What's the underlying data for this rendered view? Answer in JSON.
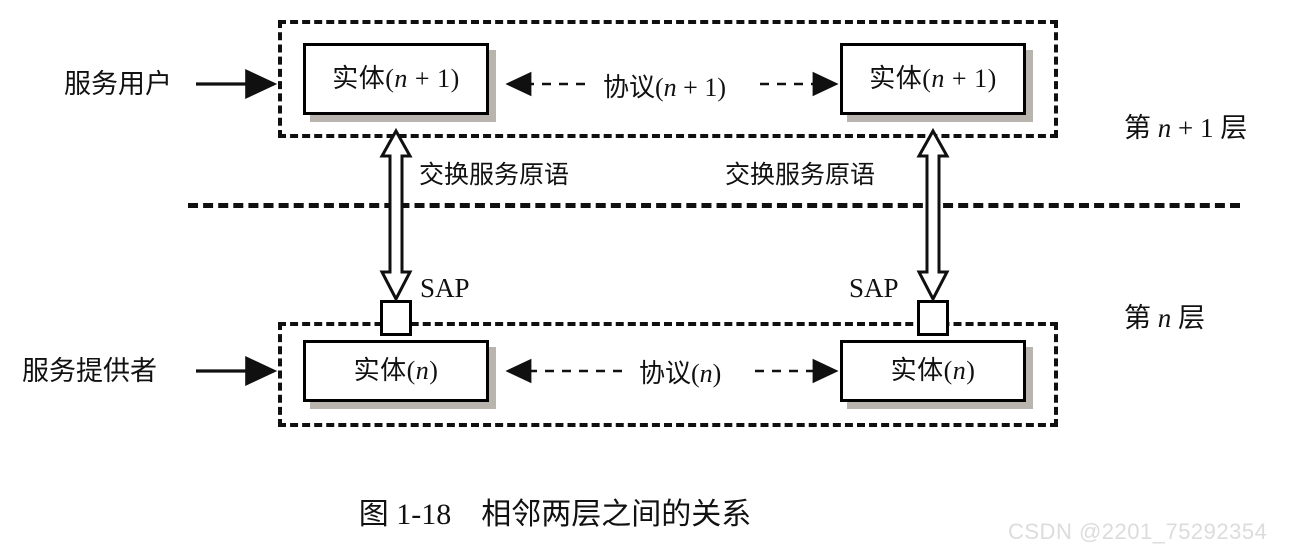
{
  "figure": {
    "caption": "图 1-18　相邻两层之间的关系",
    "watermark": "CSDN @2201_75292354"
  },
  "layers": [
    {
      "id": "layer-n-plus-1",
      "name_prefix": "第 ",
      "name_variable": "n",
      "name_suffix": " + 1 层",
      "name_full": "第 n + 1 层",
      "entities": [
        {
          "position": "left",
          "prefix": "实体(",
          "variable": "n",
          "suffix": " + 1)",
          "full": "实体(n + 1)"
        },
        {
          "position": "right",
          "prefix": "实体(",
          "variable": "n",
          "suffix": " + 1)",
          "full": "实体(n + 1)"
        }
      ],
      "protocol": {
        "prefix": "协议(",
        "variable": "n",
        "suffix": " + 1)",
        "full": "协议(n + 1)"
      }
    },
    {
      "id": "layer-n",
      "name_prefix": "第 ",
      "name_variable": "n",
      "name_suffix": " 层",
      "name_full": "第 n 层",
      "entities": [
        {
          "position": "left",
          "prefix": "实体(",
          "variable": "n",
          "suffix": ")",
          "full": "实体(n)"
        },
        {
          "position": "right",
          "prefix": "实体(",
          "variable": "n",
          "suffix": ")",
          "full": "实体(n)"
        }
      ],
      "protocol": {
        "prefix": "协议(",
        "variable": "n",
        "suffix": ")",
        "full": "协议(n)"
      }
    }
  ],
  "annotations": {
    "service_user": "服务用户",
    "service_provider": "服务提供者",
    "primitive_exchange_left": "交换服务原语",
    "primitive_exchange_right": "交换服务原语",
    "sap_left": "SAP",
    "sap_right": "SAP"
  },
  "style": {
    "ink": "#101010",
    "shadow": "#b9b4ad",
    "background": "#ffffff",
    "watermark_color": "#dcdcdc"
  }
}
